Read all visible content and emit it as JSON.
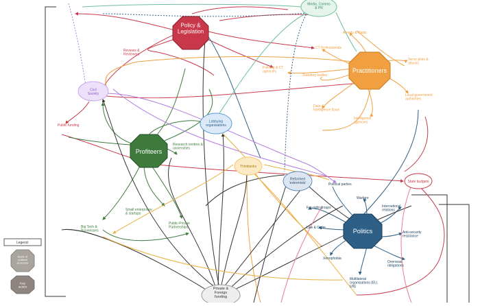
{
  "colors": {
    "policy": "#c9384a",
    "practitioners": "#f0a040",
    "profiteers": "#3d7a3c",
    "politics": "#2e5f86",
    "media": "#6fbf9a",
    "civil": "#c7a5ea",
    "lobbying": "#5b9bd5",
    "thinktanks": "#f5c670",
    "reformed": "#5b88b5",
    "funding": "#bbbbbb",
    "dark": "#333333"
  },
  "legend": {
    "title": "Legend:",
    "basis_label": "Basis of political economy",
    "actors_label": "Key actors"
  },
  "nodes": {
    "policy": "Policy & Legislation",
    "practitioners": "Practitioners",
    "profiteers": "Profiteers",
    "politics": "Politics",
    "media": "Media, Comms & PR",
    "civil": "Civil Society",
    "lobbying": "Lobbying organisations",
    "thinktanks": "Thinktanks",
    "reformed": "Reformed 'extremists'",
    "funding": "Private & Foreign funding"
  },
  "labels": {
    "reviews": "Reviews & Reviewers",
    "public_funding": "Public funding",
    "research": "Research centres & universities",
    "small_enterprises": "Small enterprises & startups",
    "big_tech": "Big Tech & Businesses",
    "ppp": "Public-Private Partnerships",
    "arrests": "Arrests & Raids",
    "ct_professionals": "CT Professionals",
    "policing": "Policing & CT agencies",
    "statutory": "Statutory bodies",
    "terror_plots": "Terror plots & attacks",
    "local_gov": "Local government authorities",
    "data_intel": "Data & Intelligence flows",
    "intel_agencies": "Intelligence agencies",
    "state_budgets": "State budgets",
    "political_parties": "Political parties",
    "warfare": "Warfare",
    "far_right": "Far-right groups",
    "intl_relations": "International relations",
    "law_order": "Law & Order",
    "anti_security": "Anti-security resistance",
    "xenophobia": "Xenophobia",
    "overseas": "Overseas obligations",
    "multilateral": "Multilateral organisations (EU, UN)"
  }
}
